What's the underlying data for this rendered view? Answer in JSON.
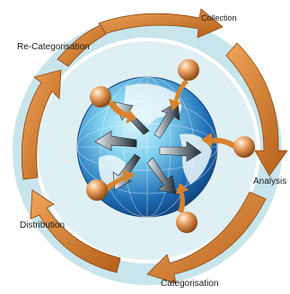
{
  "diagram": {
    "stages": [
      {
        "label": "Collection"
      },
      {
        "label": "Analysis"
      },
      {
        "label": "Categorisation"
      },
      {
        "label": "Distribution"
      },
      {
        "label": "Re-Categorisation"
      }
    ],
    "colors": {
      "ring_outer": "#c9e5ec",
      "ring_inner": "#dff0f4",
      "arrow_orange": "#d9822b",
      "arrow_dark": "#9c5212",
      "globe_blue": "#1f6fb8",
      "globe_light": "#7fd0ee",
      "sphere": "#e89a55"
    },
    "icons": [
      "globe-icon",
      "sphere-node-icon",
      "dark-arrow-icon",
      "orange-arrow-icon"
    ]
  }
}
